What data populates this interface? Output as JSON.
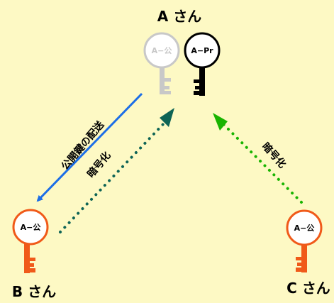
{
  "colors": {
    "background": "#fdf9c4",
    "key_grey": "#c8c8c8",
    "key_black": "#000000",
    "key_orange": "#f05a19",
    "arrow_blue": "#1c6ee6",
    "arrow_teal": "#0e6455",
    "arrow_green": "#19b400"
  },
  "people": {
    "a": {
      "label": "A さん"
    },
    "b": {
      "label": "B さん"
    },
    "c": {
      "label": "C さん"
    }
  },
  "keys": {
    "a_public": {
      "label": "A−公",
      "icon": "key-icon"
    },
    "a_private": {
      "label": "A−Pr",
      "icon": "key-icon"
    },
    "b_public": {
      "label": "A−公",
      "icon": "key-icon"
    },
    "c_public": {
      "label": "A−公",
      "icon": "key-icon"
    }
  },
  "arrows": {
    "public_key_delivery": {
      "label": "公開鍵の配送"
    },
    "b_encrypt": {
      "label": "暗号化"
    },
    "c_encrypt": {
      "label": "暗号化"
    }
  }
}
